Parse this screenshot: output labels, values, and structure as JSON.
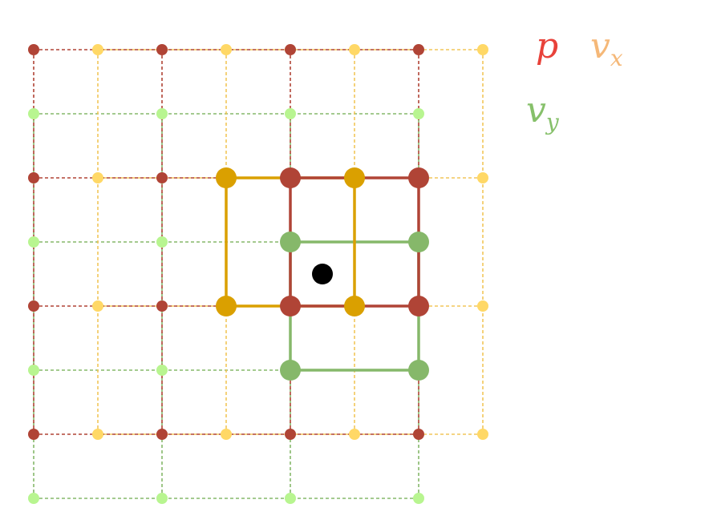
{
  "colors": {
    "p": "#b04436",
    "vx": "#f2c65a",
    "vy": "#86b86a",
    "p_legend": "#e8423a",
    "vx_legend": "#f5b878",
    "vy_legend": "#86c06a",
    "vx_active": "#daa000",
    "vy_light": "#b8f590",
    "vx_light": "#ffd866",
    "sample": "#000000"
  },
  "legend": {
    "p": "p",
    "vx_base": "v",
    "vx_sub": "x",
    "vy_base": "v",
    "vy_sub": "y"
  },
  "grid": {
    "p_cols": 4,
    "p_rows": 4,
    "vx_cols": 4,
    "vx_rows": 4,
    "vy_cols": 4,
    "vy_rows": 4,
    "active_p_cell": [
      2,
      1
    ],
    "active_vx_cell": [
      1,
      1
    ],
    "active_vy_cell": [
      2,
      1
    ],
    "sample_point": [
      2.25,
      1.75
    ]
  }
}
